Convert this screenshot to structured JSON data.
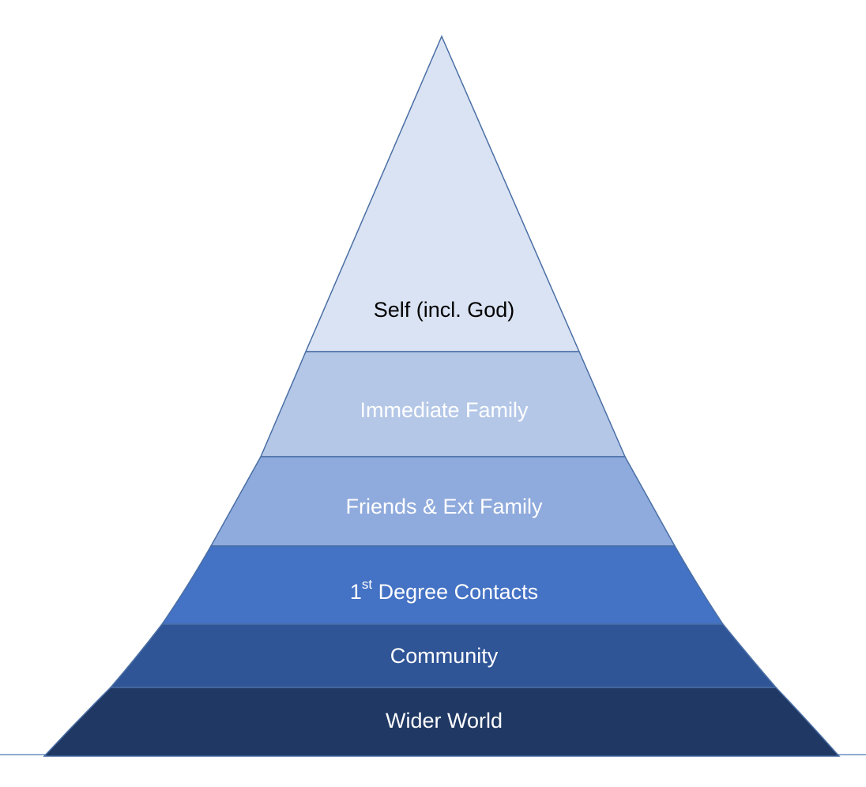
{
  "diagram": {
    "type": "pyramid",
    "layers": [
      {
        "label": "Self (incl. God)",
        "fill": "#dae3f3",
        "text_color": "#000000"
      },
      {
        "label": "Immediate Family",
        "fill": "#b4c7e7",
        "text_color": "#ffffff"
      },
      {
        "label": "Friends & Ext Family",
        "fill": "#8faadc",
        "text_color": "#ffffff"
      },
      {
        "label_prefix": "1",
        "label_sup": "st",
        "label_suffix": " Degree Contacts",
        "fill": "#4472c4",
        "text_color": "#ffffff"
      },
      {
        "label": "Community",
        "fill": "#2f5597",
        "text_color": "#ffffff"
      },
      {
        "label": "Wider World",
        "fill": "#203864",
        "text_color": "#ffffff"
      }
    ],
    "colors": {
      "outline": "#4a6fa5",
      "baseline": "#4a7ab8",
      "background": "#ffffff"
    }
  }
}
